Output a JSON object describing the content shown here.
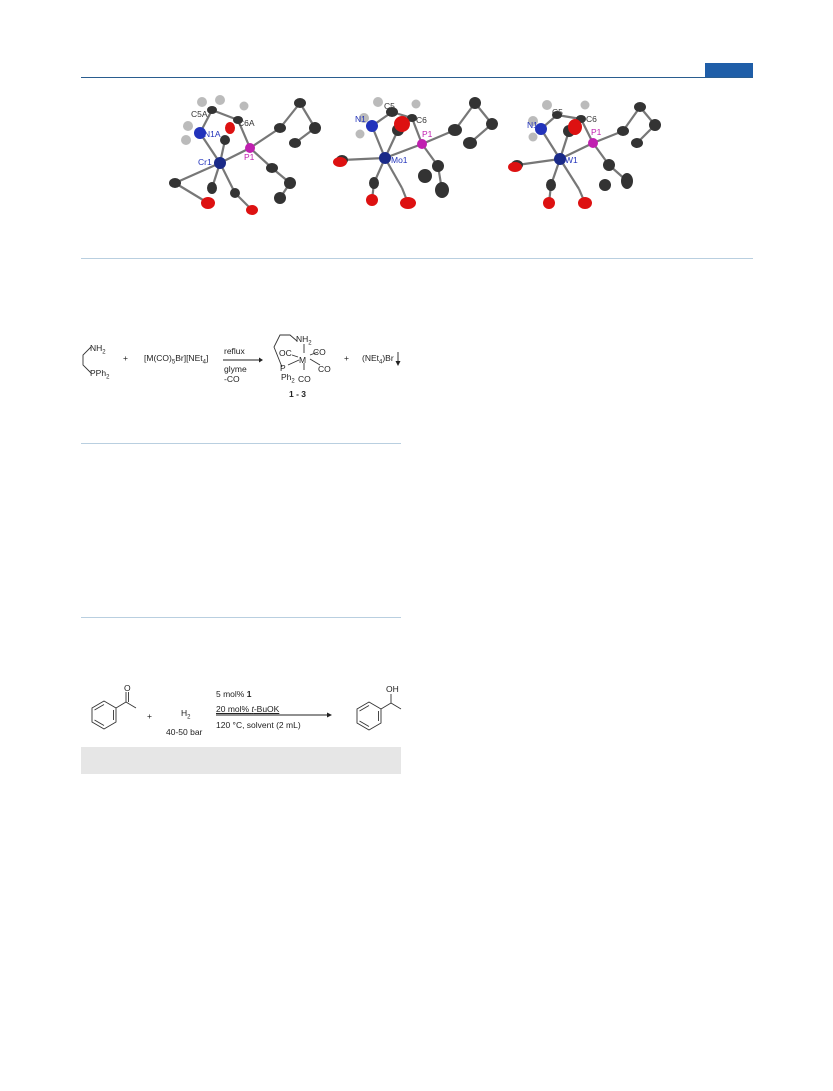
{
  "figure": {
    "cr_labels": {
      "c5": "C5A",
      "c6": "C6A",
      "n1": "N1A",
      "m": "Cr1",
      "p1": "P1"
    },
    "mo_labels": {
      "n1": "N1",
      "c5": "C5",
      "c6": "C6",
      "p1": "P1",
      "m": "Mo1"
    },
    "w_labels": {
      "n1": "N1",
      "c5": "C5",
      "c6": "C6",
      "p1": "P1",
      "m": "W1"
    }
  },
  "scheme1": {
    "ligand": {
      "nh2": "NH",
      "nh2_sub": "2",
      "pph2": "PPh",
      "pph2_sub": "2"
    },
    "plus1": "+",
    "reagent": {
      "a": "[M(CO)",
      "a_sub": "5",
      "b": "Br][NEt",
      "b_sub": "4",
      "c": "]"
    },
    "conditions": [
      "reflux",
      "glyme",
      "-CO"
    ],
    "product": {
      "nh2": "NH",
      "nh2_sub": "2",
      "oc": "OC",
      "m": "M",
      "co1": "CO",
      "co2": "CO",
      "co3": "CO",
      "p": "P",
      "ph2": "Ph",
      "ph2_sub": "2"
    },
    "product_label": "1 - 3",
    "plus2": "+",
    "byproduct": {
      "a": "(NEt",
      "a_sub": "4",
      "b": ")Br"
    }
  },
  "scheme2": {
    "plus": "+",
    "h2": {
      "h": "H",
      "sub": "2"
    },
    "pressure": "40-50 bar",
    "conditions": {
      "line1_pre": "5 mol% ",
      "line1_bold": "1",
      "line2_pre": "20 mol% ",
      "line2_italic": "t",
      "line2_post": "-BuOK",
      "line3": "120 °C, solvent (2 mL)"
    },
    "product_oh": "OH"
  },
  "colors": {
    "accent": "#1f5ea8",
    "rule": "#b9cfe0",
    "nitrogen": "#2233bb",
    "phosphorus": "#c020b0",
    "oxygen": "#dd1111",
    "carbon": "#333333"
  }
}
